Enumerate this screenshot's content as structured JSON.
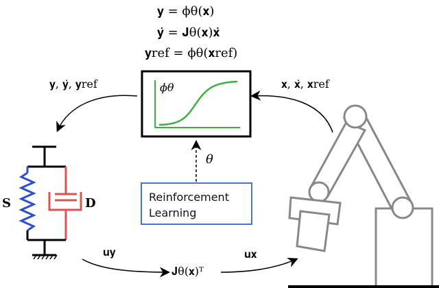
{
  "equations": {
    "line1": "𝐲 = ϕθ(𝐱)",
    "line2": "𝐲̇ = 𝐉θ(𝐱)𝐱̇",
    "line3": "𝐲ref = ϕθ(𝐱ref)"
  },
  "labels": {
    "left_arrow": "𝐲, 𝐲̇, 𝐲ref",
    "right_arrow": "𝐱, 𝐱̇, 𝐱ref",
    "phi": "ϕθ",
    "theta": "θ",
    "spring": "S",
    "damper": "D",
    "u_y": "𝐮𝐲",
    "u_x": "𝐮𝐱",
    "jacobian_T": "𝐉θ(𝐱)ᵀ"
  },
  "rl_box": {
    "line1": "Reinforcement",
    "line2": "Learning"
  },
  "colors": {
    "curve": "#3cb043",
    "spring_damper_red": "#d9534f",
    "spring_blue": "#2b4fd4",
    "rl_border": "#4a6fd6",
    "robot_gray": "#888888"
  }
}
